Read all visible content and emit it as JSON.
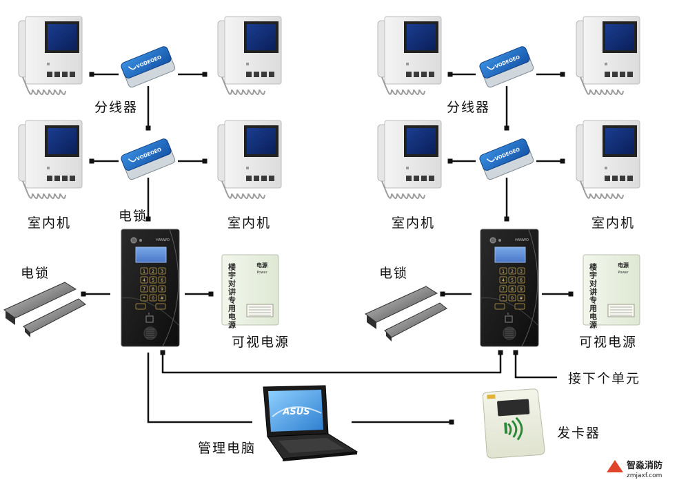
{
  "labels": {
    "splitter": "分线器",
    "indoor_unit": "室内机",
    "electric_lock": "电锁",
    "video_power": "可视电源",
    "next_unit": "接下个单元",
    "management_pc": "管理电脑",
    "card_issuer": "发卡器"
  },
  "device_text": {
    "splitter_brand": "VODEOEO",
    "panel_brand": "HANWO",
    "keypad_keys": [
      "1",
      "2",
      "3",
      "4",
      "5",
      "6",
      "7",
      "8",
      "9",
      "*",
      "0",
      "#"
    ],
    "power_box_title": "电源",
    "power_box_sub": "Power",
    "power_box_vertical": "楼宇对讲专用电源",
    "laptop_logo": "ASUS"
  },
  "watermark": {
    "name": "智淼消防",
    "url": "zmjaxf.com"
  }
}
